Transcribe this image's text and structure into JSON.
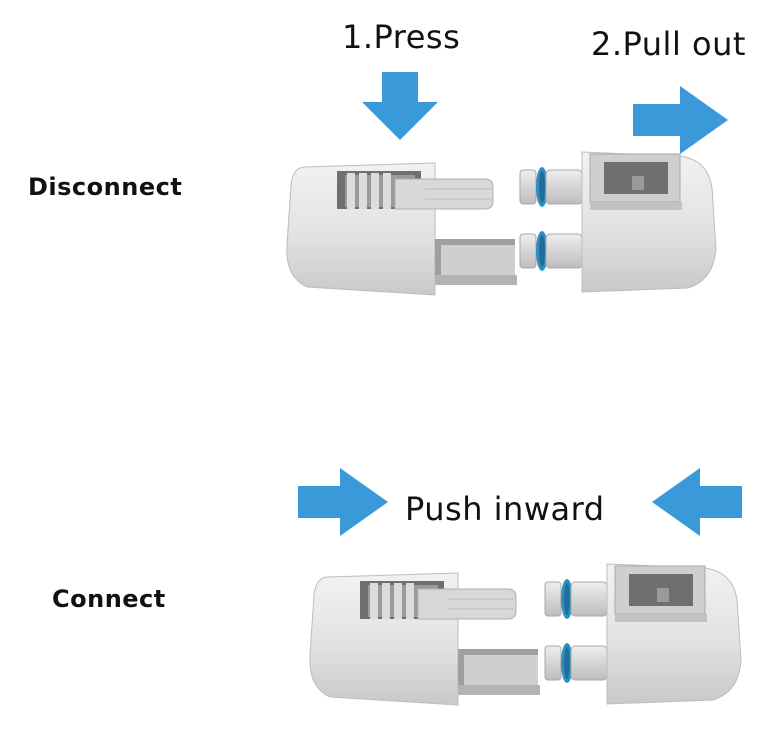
{
  "disconnect": {
    "label": "Disconnect",
    "step1": "1.Press",
    "step2": "2.Pull out"
  },
  "connect": {
    "label": "Connect",
    "instruction": "Push inward"
  },
  "colors": {
    "arrow": "#3a9ad9",
    "oring": "#2f8fc4",
    "body": "#e6e6e6",
    "body_shade": "#cfcfcf",
    "body_dark": "#b5b5b5"
  },
  "icons": {
    "press_arrow": "arrow-down-icon",
    "pull_arrow": "arrow-right-icon",
    "push_left_arrow": "arrow-right-icon",
    "push_right_arrow": "arrow-left-icon"
  }
}
